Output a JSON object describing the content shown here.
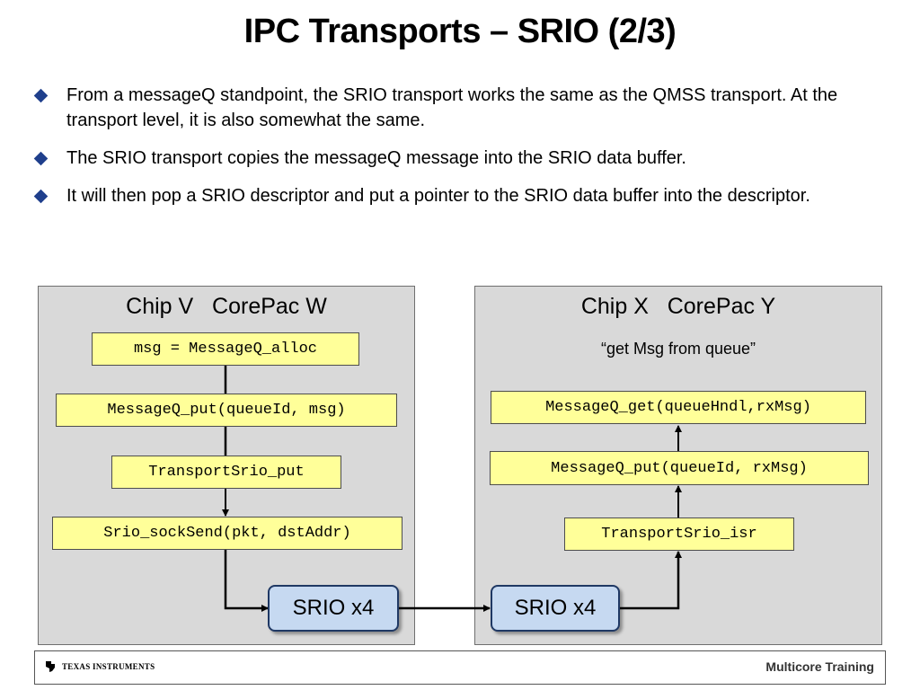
{
  "slide": {
    "title": "IPC Transports – SRIO (2/3)",
    "bullets": [
      "From a messageQ standpoint, the SRIO transport works the same as the QMSS transport. At the transport level, it is also somewhat the same.",
      "The SRIO transport copies the messageQ message into the SRIO data buffer.",
      "It will then pop a SRIO descriptor and put a pointer to the SRIO data buffer into the descriptor."
    ]
  },
  "diagram": {
    "left_panel": {
      "title": "Chip V   CorePac W",
      "steps": [
        "msg = MessageQ_alloc",
        "MessageQ_put(queueId, msg)",
        "TransportSrio_put",
        "Srio_sockSend(pkt, dstAddr)"
      ],
      "srio": "SRIO x4"
    },
    "right_panel": {
      "title": "Chip X   CorePac Y",
      "caption": "“get Msg from queue”",
      "steps": [
        "MessageQ_get(queueHndl,rxMsg)",
        "MessageQ_put(queueId, rxMsg)",
        "TransportSrio_isr"
      ],
      "srio": "SRIO x4"
    }
  },
  "footer": {
    "logo_text": "Texas Instruments",
    "label": "Multicore Training"
  },
  "colors": {
    "bullet": "#1f3f8c",
    "panel": "#d9d9d9",
    "step_box": "#ffff99",
    "srio_box": "#c6d9f1"
  }
}
